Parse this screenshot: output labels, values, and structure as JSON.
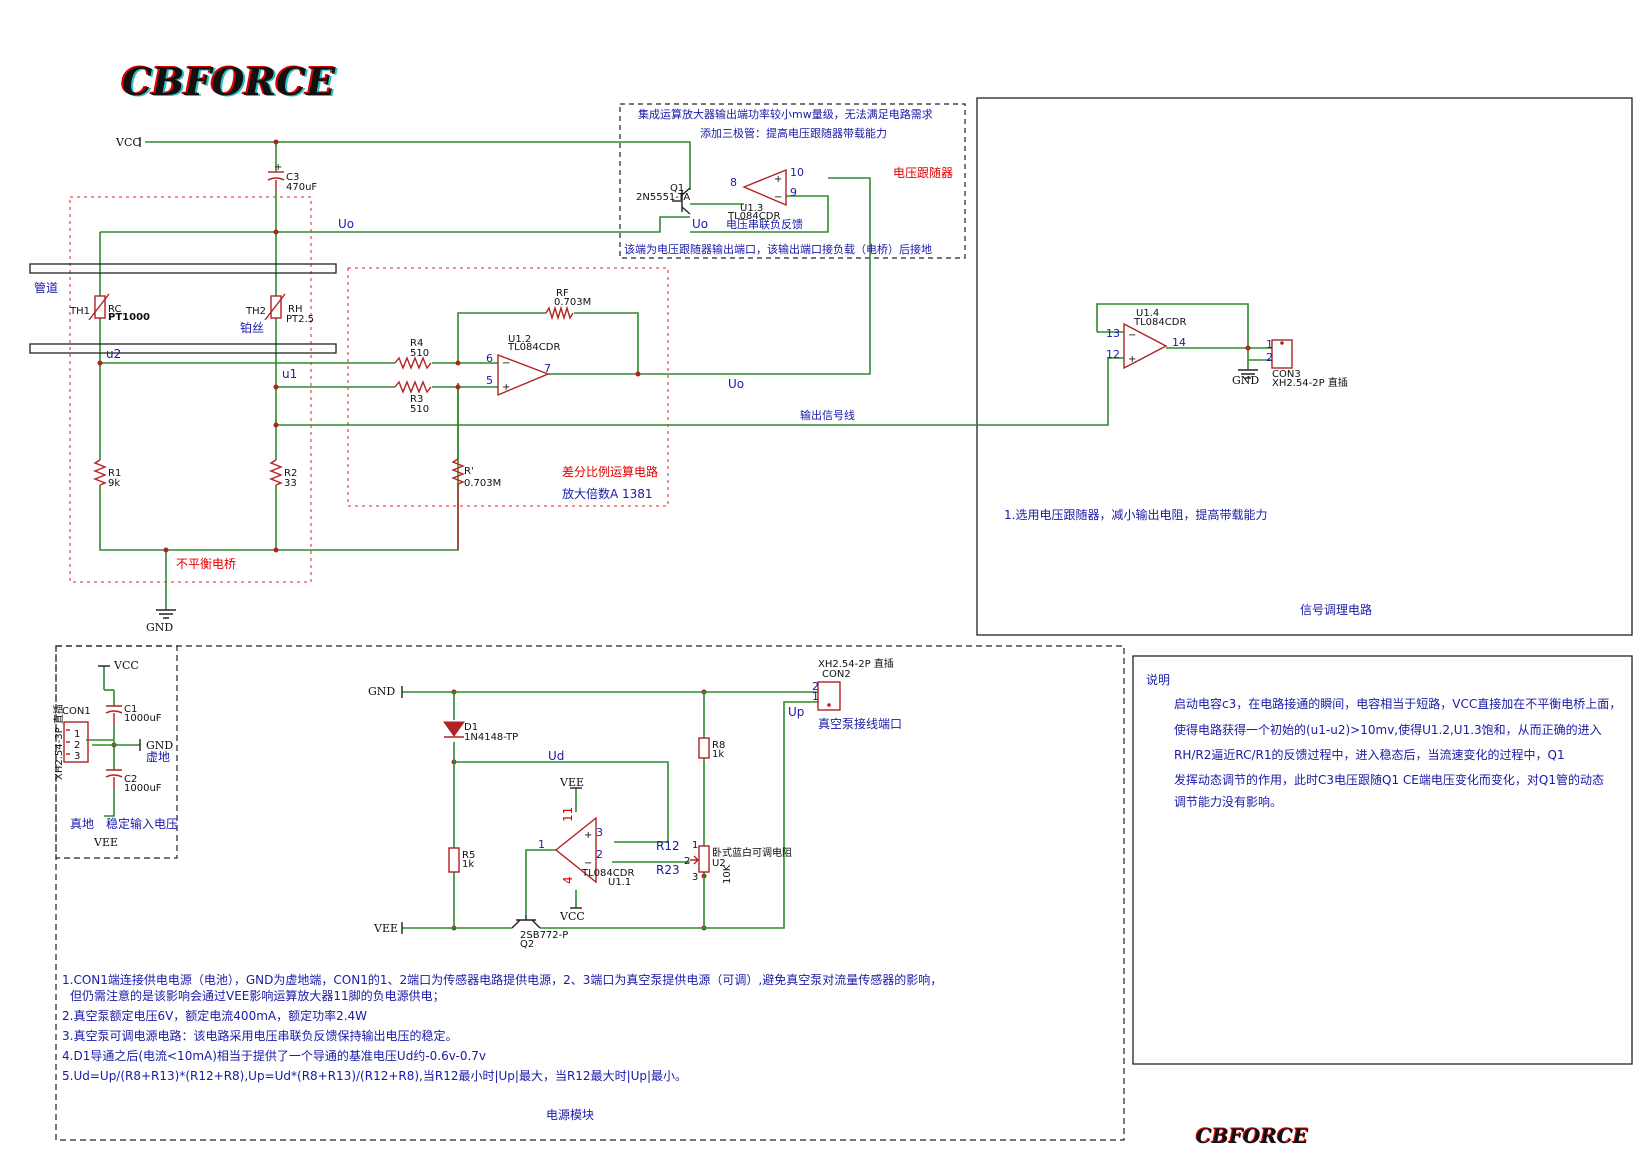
{
  "brand": {
    "logo_top": "CBFORCE",
    "logo_bottom": "CBFORCE"
  },
  "nets": {
    "vcc": "VCC",
    "vee": "VEE",
    "gnd": "GND",
    "uo": "Uo",
    "u1": "u1",
    "u2": "u2",
    "ud": "Ud",
    "up": "Up"
  },
  "bridge": {
    "pipe": "管道",
    "platinum": "铂丝",
    "title": "不平衡电桥",
    "c3": {
      "ref": "C3",
      "value": "470uF"
    },
    "th1": {
      "ref": "TH1",
      "name": "RC",
      "value": "PT1000"
    },
    "th2": {
      "ref": "TH2",
      "name": "RH",
      "value": "PT2.5"
    },
    "r1": {
      "ref": "R1",
      "value": "9k"
    },
    "r2": {
      "ref": "R2",
      "value": "33"
    }
  },
  "diffamp": {
    "title": "差分比例运算电路",
    "gain": "放大倍数A 1381",
    "rf": {
      "ref": "RF",
      "value": "0.703M"
    },
    "r4": {
      "ref": "R4",
      "value": "510"
    },
    "r3": {
      "ref": "R3",
      "value": "510"
    },
    "rp": {
      "ref": "R'",
      "value": "0.703M"
    },
    "u12": {
      "ref": "U1.2",
      "part": "TL084CDR",
      "pin_minus": "6",
      "pin_plus": "5",
      "pin_out": "7"
    }
  },
  "follower": {
    "note1": "集成运算放大器输出端功率较小mw量级，无法满足电路需求",
    "note2": "添加三极管：提高电压跟随器带载能力",
    "title": "电压跟随器",
    "feedback": "电压串联负反馈",
    "note3": "该端为电压跟随器输出端口，该输出端口接负载（电桥）后接地",
    "q1": {
      "ref": "Q1",
      "part": "2N5551-TA"
    },
    "u13": {
      "ref": "U1.3",
      "part": "TL084CDR",
      "pin_out": "8",
      "pin_a": "10",
      "pin_b": "9"
    }
  },
  "signal": {
    "line_label": "输出信号线",
    "u14": {
      "ref": "U1.4",
      "part": "TL084CDR",
      "pin_a": "13",
      "pin_b": "12",
      "pin_out": "14"
    },
    "con3": {
      "ref": "CON3",
      "part": "XH2.54-2P 直插",
      "p1": "1",
      "p2": "2"
    },
    "note": "1.选用电压跟随器，减小输出电阻，提高带载能力",
    "title": "信号调理电路"
  },
  "power": {
    "con1": {
      "ref": "CON1",
      "part": "XH2.54-3P 直插",
      "p1": "1",
      "p2": "2",
      "p3": "3"
    },
    "c1": {
      "ref": "C1",
      "value": "1000uF"
    },
    "c2": {
      "ref": "C2",
      "value": "1000uF"
    },
    "virtual_ground": "虚地",
    "true_ground": "真地",
    "stable": "稳定输入电压",
    "d1": {
      "ref": "D1",
      "part": "1N4148-TP"
    },
    "r8": {
      "ref": "R8",
      "value": "1k"
    },
    "r5": {
      "ref": "R5",
      "value": "1k"
    },
    "con2": {
      "ref": "CON2",
      "part": "XH2.54-2P 直插",
      "p1": "1",
      "p2": "2"
    },
    "pump_port": "真空泵接线端口",
    "u11": {
      "ref": "U1.1",
      "part": "TL084CDR",
      "pin_p": "3",
      "pin_m": "2",
      "pin_out": "1",
      "pin_vee": "11",
      "pin_vcc": "4"
    },
    "pot": {
      "ref": "U2",
      "name": "卧式蓝白可调电阻",
      "value": "10K",
      "p1": "1",
      "p2": "2",
      "p3": "3",
      "r12": "R12",
      "r23": "R23"
    },
    "q2": {
      "ref": "Q2",
      "part": "2SB772-P"
    },
    "notes": [
      "1.CON1端连接供电电源（电池），GND为虚地端，CON1的1、2端口为传感器电路提供电源，2、3端口为真空泵提供电源（可调）,避免真空泵对流量传感器的影响，",
      "但仍需注意的是该影响会通过VEE影响运算放大器11脚的负电源供电；",
      "2.真空泵额定电压6V，额定电流400mA，额定功率2.4W",
      "3.真空泵可调电源电路：该电路采用电压串联负反馈保持输出电压的稳定。",
      "4.D1导通之后(电流<10mA)相当于提供了一个导通的基准电压Ud约-0.6v-0.7v",
      "5.Ud=Up/(R8+R13)*(R12+R8),Up=Ud*(R8+R13)/(R12+R8),当R12最小时|Up|最大，当R12最大时|Up|最小。"
    ],
    "title": "电源模块"
  },
  "explain": {
    "title": "说明",
    "lines": [
      "启动电容c3，在电路接通的瞬间，电容相当于短路，VCC直接加在不平衡电桥上面，",
      "使得电路获得一个初始的(u1-u2)>10mv,使得U1.2,U1.3饱和，从而正确的进入",
      "RH/R2逼近RC/R1的反馈过程中，进入稳态后，当流速变化的过程中，Q1",
      "发挥动态调节的作用，此时C3电压跟随Q1 CE端电压变化而变化，对Q1管的动态",
      "调节能力没有影响。"
    ]
  }
}
